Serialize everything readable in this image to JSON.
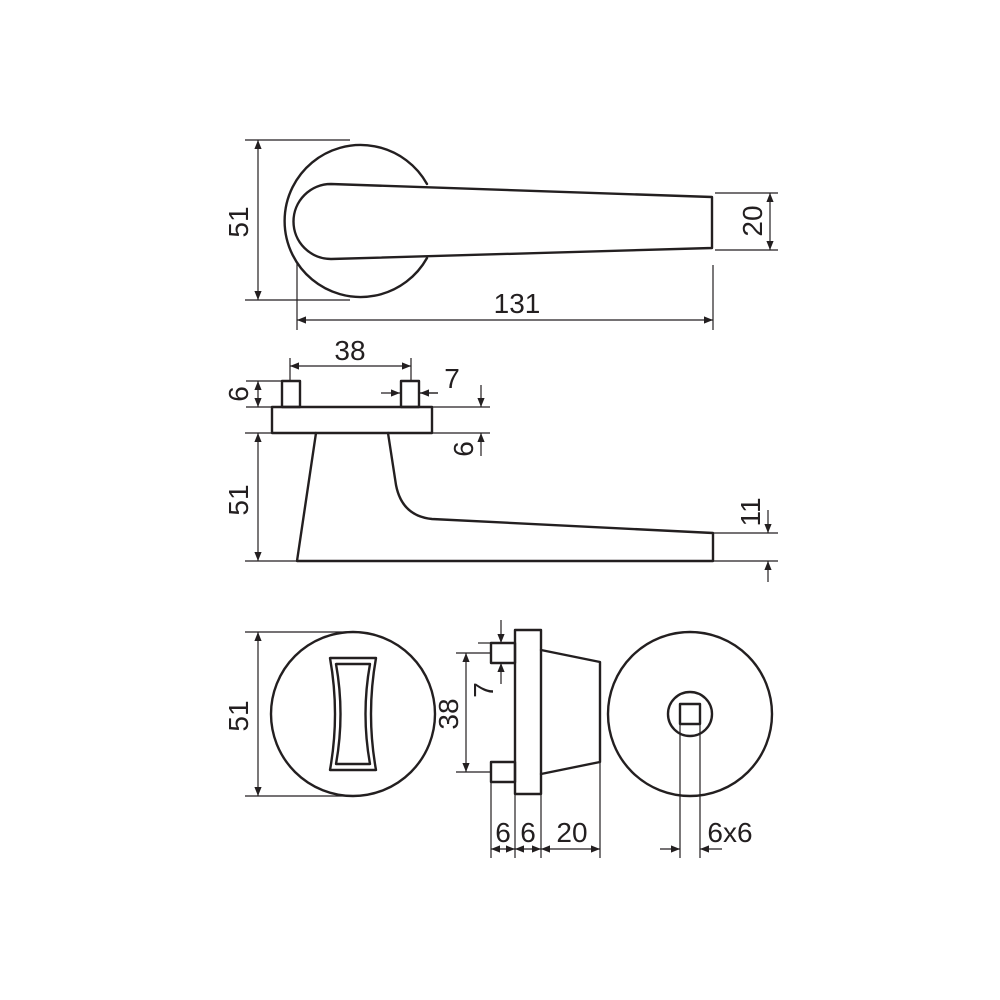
{
  "colors": {
    "line": "#231f20",
    "background": "#ffffff"
  },
  "top_view": {
    "rose_diameter": "51",
    "handle_end_height": "20",
    "overall_length": "131"
  },
  "side_view": {
    "pin_spacing": "38",
    "pin_width": "7",
    "pin_height": "6",
    "plate_thickness": "6",
    "rose_height": "51",
    "handle_end_thickness": "11"
  },
  "escutcheon_front": {
    "diameter": "51"
  },
  "escutcheon_side": {
    "pin_width": "7",
    "pin_spacing": "38",
    "pin_length": "6",
    "plate_thickness": "6",
    "body_depth": "20"
  },
  "escutcheon_back": {
    "square_spindle": "6x6"
  }
}
